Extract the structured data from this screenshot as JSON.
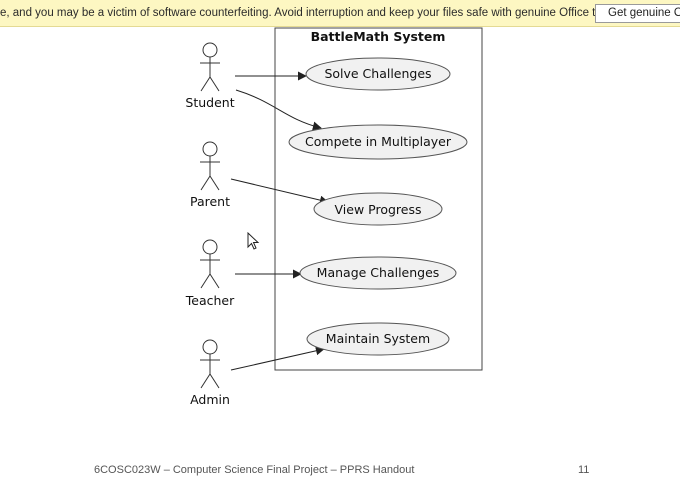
{
  "notification_bar": {
    "message": "e, and you may be a victim of software counterfeiting. Avoid interruption and keep your files safe with genuine Office today.",
    "button_label": "Get genuine Office"
  },
  "diagram": {
    "system_title": "BattleMath System",
    "actors": [
      "Student",
      "Parent",
      "Teacher",
      "Admin"
    ],
    "use_cases": [
      "Solve Challenges",
      "Compete in Multiplayer",
      "View Progress",
      "Manage Challenges",
      "Maintain System"
    ],
    "associations": [
      {
        "from": "Student",
        "to": "Solve Challenges"
      },
      {
        "from": "Student",
        "to": "Compete in Multiplayer"
      },
      {
        "from": "Parent",
        "to": "View Progress"
      },
      {
        "from": "Teacher",
        "to": "Manage Challenges"
      },
      {
        "from": "Admin",
        "to": "Maintain System"
      }
    ]
  },
  "footer": {
    "course_text": "6COSC023W – Computer Science Final Project – PPRS Handout",
    "page_number": "11"
  }
}
